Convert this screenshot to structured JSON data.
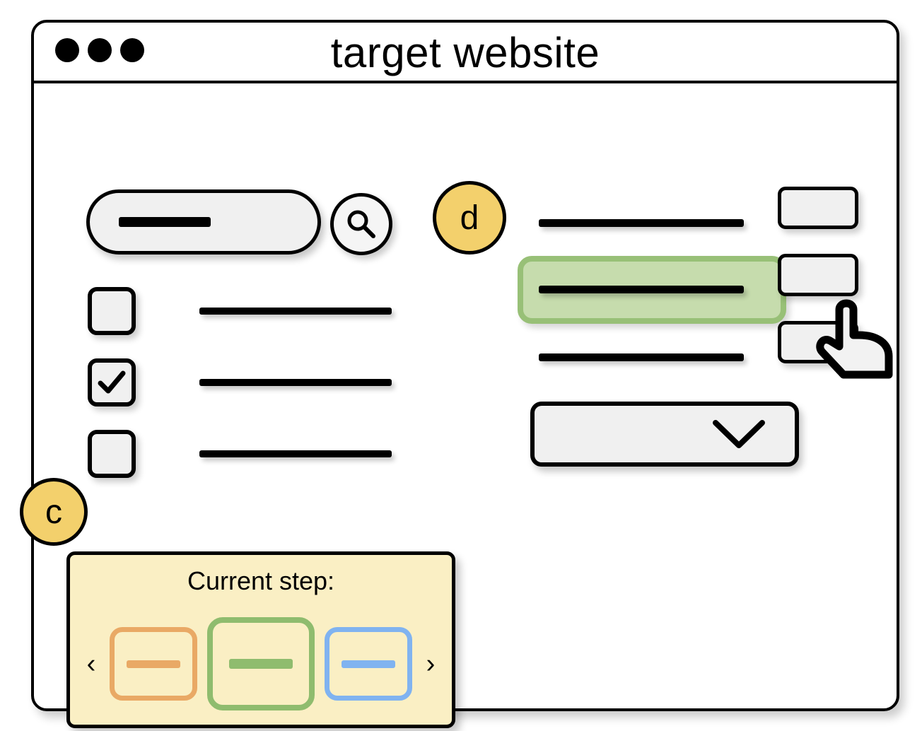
{
  "window": {
    "title": "target website",
    "traffic_lights": [
      "close-dot",
      "minimize-dot",
      "maximize-dot"
    ]
  },
  "search": {
    "input_value": "",
    "input_placeholder": "",
    "button_icon": "search-icon"
  },
  "checkbox_list": {
    "items": [
      {
        "checked": false,
        "label": ""
      },
      {
        "checked": true,
        "label": ""
      },
      {
        "checked": false,
        "label": ""
      }
    ]
  },
  "right_list": {
    "rows": [
      {
        "label": "",
        "highlighted": false
      },
      {
        "label": "",
        "highlighted": true
      },
      {
        "label": "",
        "highlighted": false
      }
    ]
  },
  "side_buttons": {
    "buttons": [
      {
        "label": ""
      },
      {
        "label": ""
      },
      {
        "label": ""
      }
    ]
  },
  "cursor": {
    "type": "pointing-hand-cursor"
  },
  "dropdown": {
    "selected_value": "",
    "icon": "chevron-down-icon"
  },
  "step_panel": {
    "title": "Current step:",
    "prev_label": "‹",
    "next_label": "›",
    "steps": [
      {
        "name": "step-previous",
        "color": "#e9a965",
        "current": false
      },
      {
        "name": "step-current",
        "color": "#8fbc6e",
        "current": true
      },
      {
        "name": "step-next",
        "color": "#80b3f0",
        "current": false
      }
    ]
  },
  "annotations": [
    {
      "id": "badge-c",
      "label": "c"
    },
    {
      "id": "badge-d",
      "label": "d"
    }
  ],
  "colors": {
    "badge_fill": "#f3d06c",
    "highlight_fill": "#c6dcad",
    "highlight_border": "#98c077",
    "panel_fill": "#faefc4",
    "control_fill": "#f0f0f0",
    "outline": "#000000"
  }
}
